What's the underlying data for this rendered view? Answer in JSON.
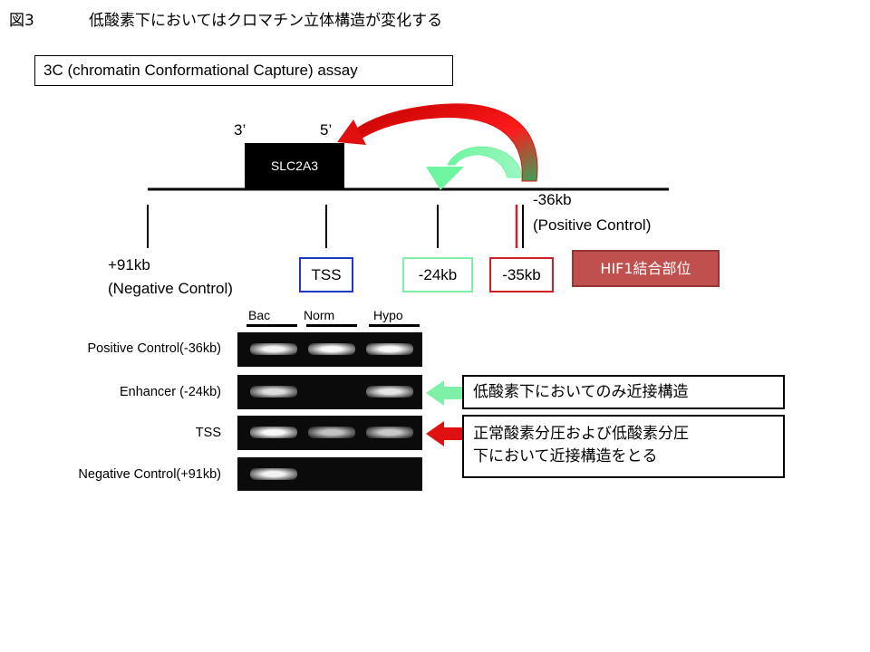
{
  "title": {
    "figure_label": "図3",
    "heading": "低酸素下においてはクロマチン立体構造が変化する"
  },
  "assay": {
    "label": "3C (chromatin Conformational Capture) assay"
  },
  "gene": {
    "name": "SLC2A3",
    "three_prime": "3’",
    "five_prime": "5’"
  },
  "sites": {
    "negative_line1": "+91kb",
    "negative_line2": "(Negative Control)",
    "tss": "TSS",
    "m24": "-24kb",
    "m35": "-35kb",
    "positive_line1": "-36kb",
    "positive_line2": "(Positive Control)",
    "hif_binding": "HIF1結合部位"
  },
  "gel": {
    "lanes": [
      "Bac",
      "Norm",
      "Hypo"
    ],
    "rows": [
      {
        "label": "Positive Control(-36kb)",
        "bands": [
          0.9,
          0.95,
          0.95
        ]
      },
      {
        "label": "Enhancer (-24kb)",
        "bands": [
          0.75,
          0.0,
          0.8
        ]
      },
      {
        "label": "TSS",
        "bands": [
          0.95,
          0.55,
          0.6
        ]
      },
      {
        "label": "Negative Control(+91kb)",
        "bands": [
          0.9,
          0.0,
          0.0
        ]
      }
    ]
  },
  "callouts": {
    "enhancer": "低酸素下においてのみ近接構造",
    "tss_line1": "正常酸素分圧および低酸素分圧",
    "tss_line2": "下において近接構造をとる"
  },
  "colors": {
    "tss_border": "#1f3bbd",
    "enhancer_arrow": "#7ef0a8",
    "positive_arrow": "#d2202a",
    "hif_fill": "#c0504d"
  }
}
